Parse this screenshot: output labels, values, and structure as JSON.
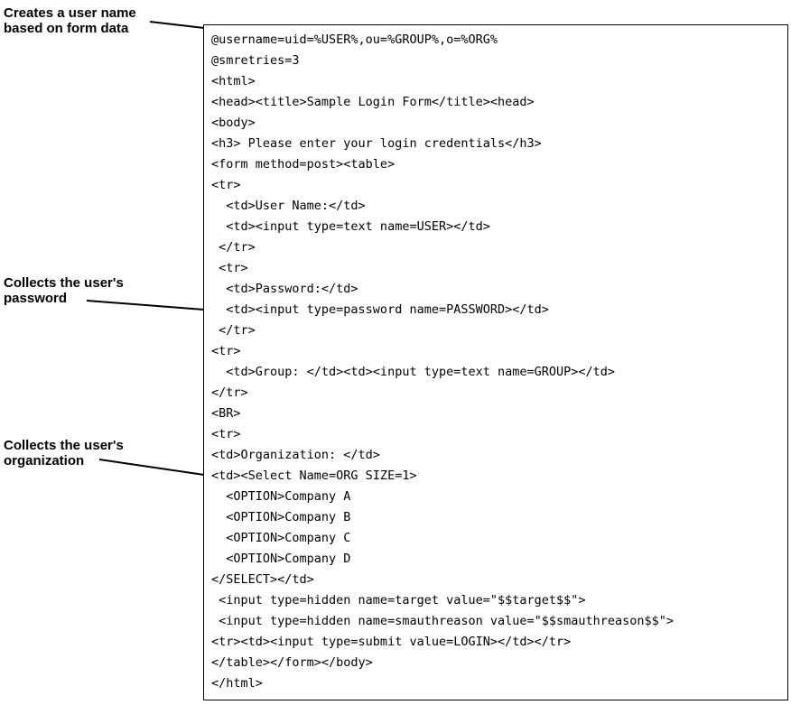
{
  "figure": {
    "callouts": [
      {
        "label": "Creates a user name\nbased on form data"
      },
      {
        "label": "Collects the user's\npassword"
      },
      {
        "label": "Collects the user's\norganization"
      }
    ],
    "code": {
      "lines": [
        "@username=uid=%USER%,ou=%GROUP%,o=%ORG%",
        "@smretries=3",
        "<html>",
        "<head><title>Sample Login Form</title><head>",
        "<body>",
        "<h3> Please enter your login credentials</h3>",
        "<form method=post><table>",
        "<tr>",
        "  <td>User Name:</td>",
        "  <td><input type=text name=USER></td>",
        " </tr>",
        " <tr>",
        "  <td>Password:</td>",
        "  <td><input type=password name=PASSWORD></td>",
        " </tr>",
        "<tr>",
        "  <td>Group: </td><td><input type=text name=GROUP></td>",
        "</tr>",
        "<BR>",
        "<tr>",
        "<td>Organization: </td>",
        "<td><Select Name=ORG SIZE=1>",
        "  <OPTION>Company A",
        "  <OPTION>Company B",
        "  <OPTION>Company C",
        "  <OPTION>Company D",
        "</SELECT></td>",
        " <input type=hidden name=target value=\"$$target$$\">",
        " <input type=hidden name=smauthreason value=\"$$smauthreason$$\">",
        "<tr><td><input type=submit value=LOGIN></td></tr>",
        "</table></form></body>",
        "</html>"
      ]
    }
  }
}
